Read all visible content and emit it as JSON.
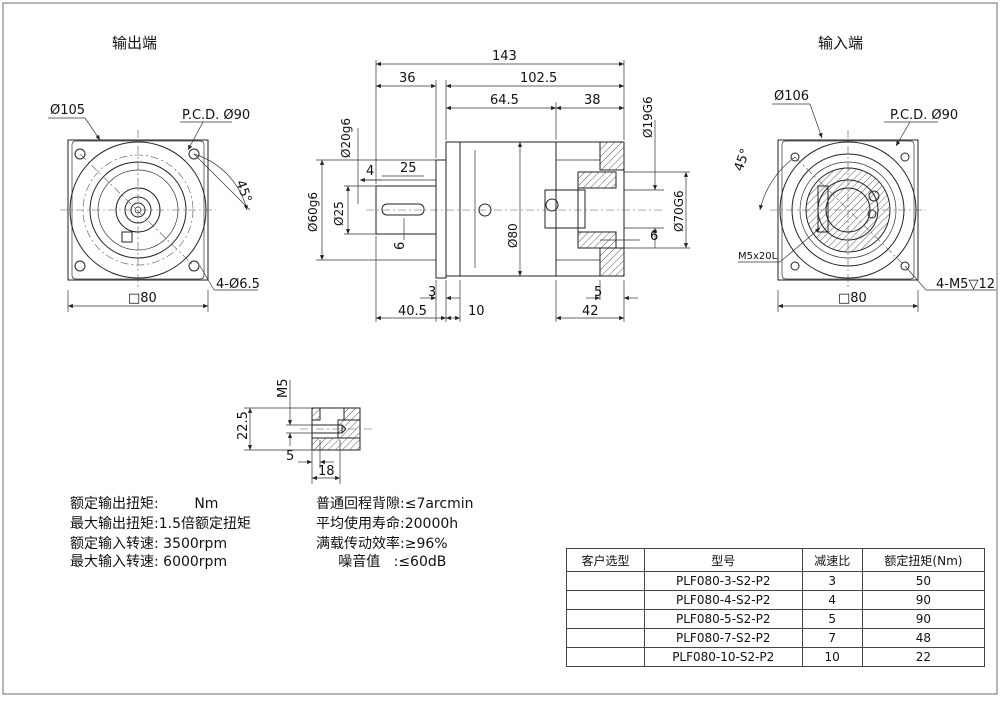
{
  "views": {
    "output_end_title": "输出端",
    "input_end_title": "输入端"
  },
  "output_view": {
    "dia_outer": "Ø105",
    "pcd": "P.C.D. Ø90",
    "angle": "45°",
    "holes": "4-Ø6.5",
    "square": "□80"
  },
  "side_view": {
    "overall": "143",
    "d36": "36",
    "d102": "102.5",
    "d64": "64.5",
    "d38": "38",
    "d4": "4",
    "d25": "25",
    "d6": "6",
    "d3": "3",
    "d405": "40.5",
    "d10": "10",
    "d5": "5",
    "d42": "42",
    "d6b": "6",
    "phi20": "Ø20g6",
    "phi25": "Ø25",
    "phi60": "Ø60g6",
    "phi80": "Ø80",
    "phi19": "Ø19G6",
    "phi70": "Ø70G6"
  },
  "input_view": {
    "dia_outer": "Ø106",
    "pcd": "P.C.D. Ø90",
    "angle": "45°",
    "screw": "M5x20L",
    "holes": "4-M5▽12",
    "square": "□80"
  },
  "detail_view": {
    "m5": "M5",
    "d225": "22.5",
    "d5": "5",
    "d18": "18"
  },
  "specs": {
    "rated_torque": "额定输出扭矩:        Nm",
    "max_torque": "最大输出扭矩:1.5倍额定扭矩",
    "rated_speed": "额定输入转速: 3500rpm",
    "max_speed": "最大输入转速: 6000rpm",
    "backlash": "普通回程背隙:≤7arcmin",
    "life": "平均使用寿命:20000h",
    "efficiency": "满载传动效率:≥96%",
    "noise": "     噪音值   :≤60dB"
  },
  "table": {
    "headers": [
      "客户选型",
      "型号",
      "减速比",
      "额定扭矩(Nm)"
    ],
    "rows": [
      {
        "select": "",
        "model": "PLF080-3-S2-P2",
        "ratio": "3",
        "torque": "50"
      },
      {
        "select": "",
        "model": "PLF080-4-S2-P2",
        "ratio": "4",
        "torque": "90"
      },
      {
        "select": "",
        "model": "PLF080-5-S2-P2",
        "ratio": "5",
        "torque": "90"
      },
      {
        "select": "",
        "model": "PLF080-7-S2-P2",
        "ratio": "7",
        "torque": "48"
      },
      {
        "select": "",
        "model": "PLF080-10-S2-P2",
        "ratio": "10",
        "torque": "22"
      }
    ]
  }
}
